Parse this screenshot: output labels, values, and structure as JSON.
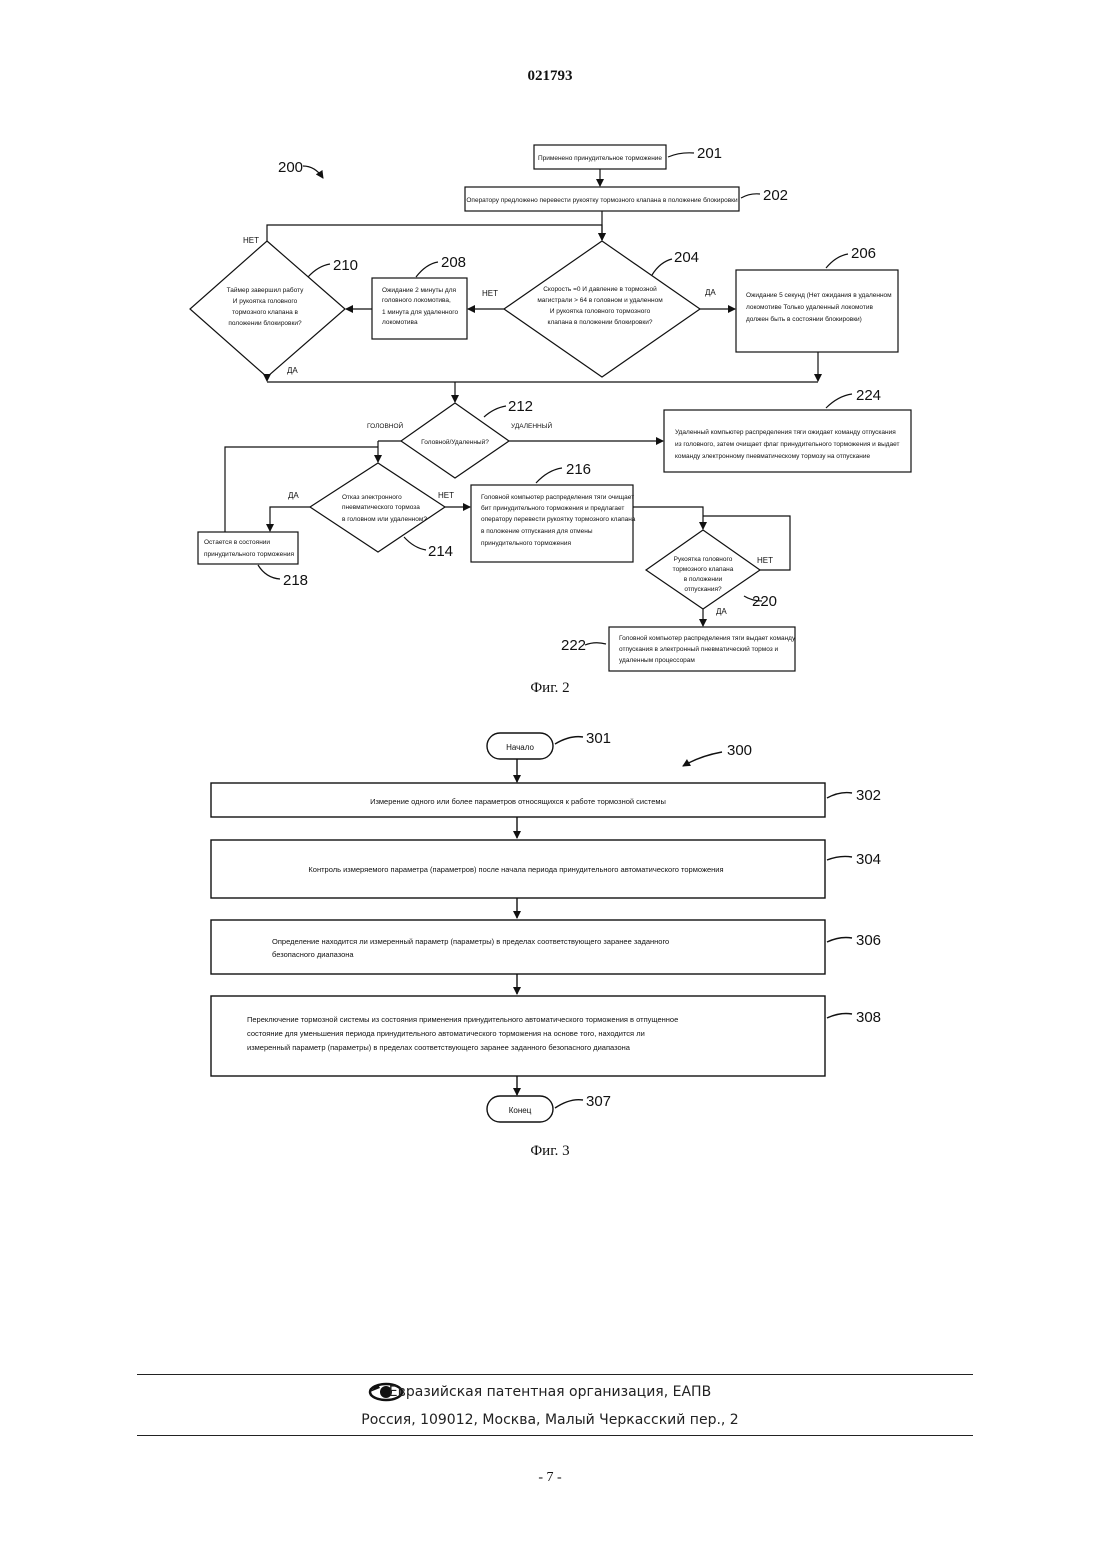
{
  "header": {
    "doc_number": "021793"
  },
  "fig2": {
    "caption": "Фиг. 2",
    "label_200": "200",
    "box_201": {
      "ref": "201",
      "text": "Применено принудительное торможение"
    },
    "box_202": {
      "ref": "202",
      "text": "Оператору предложено перевести рукоятку тормозного клапана в положение блокировки"
    },
    "dia_204": {
      "ref": "204",
      "lines": [
        "Скорость =0 И давление в тормозной",
        "магистрали > 64 в головном и удаленном",
        "И рукоятка головного тормозного",
        "клапана в положении блокировки?"
      ]
    },
    "box_206": {
      "ref": "206",
      "lines": [
        "Ожидание 5 секунд (Нет ожидания в удаленном",
        "локомотиве  Только удаленный локомотив",
        "должен быть в состоянии блокировки)"
      ]
    },
    "box_208": {
      "ref": "208",
      "lines": [
        "Ожидание 2 минуты для",
        "головного локомотива,",
        "1 минута для удаленного",
        "локомотива"
      ]
    },
    "dia_210": {
      "ref": "210",
      "lines": [
        "Таймер завершил работу",
        "И  рукоятка головного",
        "тормозного клапана в",
        "положении блокировки?"
      ]
    },
    "dia_212": {
      "ref": "212",
      "text": "Головной/Удаленный?"
    },
    "box_224": {
      "ref": "224",
      "lines": [
        "Удаленный компьютер распределения тяги ожидает команду отпускания",
        "из головного, затем очищает флаг принудительного торможения и выдает",
        "команду электронному пневматическому тормозу на отпускание"
      ]
    },
    "dia_214": {
      "ref": "214",
      "lines": [
        "Отказ электронного",
        "пневматического тормоза",
        "в головном или удаленном?"
      ]
    },
    "box_216": {
      "ref": "216",
      "lines": [
        "Головной компьютер распределения тяги очищает",
        "бит принудительного торможения и предлагает",
        "оператору перевести рукоятку тормозного клапана",
        "в положение отпускания для отмены",
        "принудительного торможения"
      ]
    },
    "box_218": {
      "ref": "218",
      "lines": [
        "Остается в состоянии",
        "принудительного   торможения"
      ]
    },
    "dia_220": {
      "ref": "220",
      "lines": [
        "Рукоятка головного",
        "тормозного клапана",
        "в положении",
        "отпускания?"
      ]
    },
    "box_222": {
      "ref": "222",
      "lines": [
        "Головной компьютер распределения тяги выдает команду",
        "отпускания в электронный пневматический тормоз и",
        "удаленным процессорам"
      ]
    },
    "labels": {
      "net": "НЕТ",
      "da": "ДА",
      "golovnoy": "ГОЛОВНОЙ",
      "udalenny": "УДАЛЕННЫЙ"
    }
  },
  "fig3": {
    "caption": "Фиг. 3",
    "label_300": "300",
    "start": {
      "ref": "301",
      "text": "Начало"
    },
    "box_302": {
      "ref": "302",
      "text": "Измерение одного или более параметров  относящихся к работе тормозной системы"
    },
    "box_304": {
      "ref": "304",
      "text": "Контроль измеряемого параметра (параметров) после начала периода принудительного автоматического торможения"
    },
    "box_306": {
      "ref": "306",
      "lines": [
        "Определение  находится ли измеренный параметр (параметры) в пределах соответствующего заранее заданного",
        "безопасного диапазона"
      ]
    },
    "box_308": {
      "ref": "308",
      "lines": [
        "Переключение тормозной системы из состояния применения принудительного автоматического торможения в отпущенное",
        "состояние для уменьшения периода принудительного автоматического торможения на основе того, находится ли",
        "измеренный параметр (параметры) в пределах соответствующего заранее заданного безопасного диапазона"
      ]
    },
    "end": {
      "ref": "307",
      "text": "Конец"
    }
  },
  "footer": {
    "org": "Евразийская патентная организация, ЕАПВ",
    "address": "Россия, 109012, Москва, Малый Черкасский пер., 2",
    "page": "- 7 -"
  }
}
